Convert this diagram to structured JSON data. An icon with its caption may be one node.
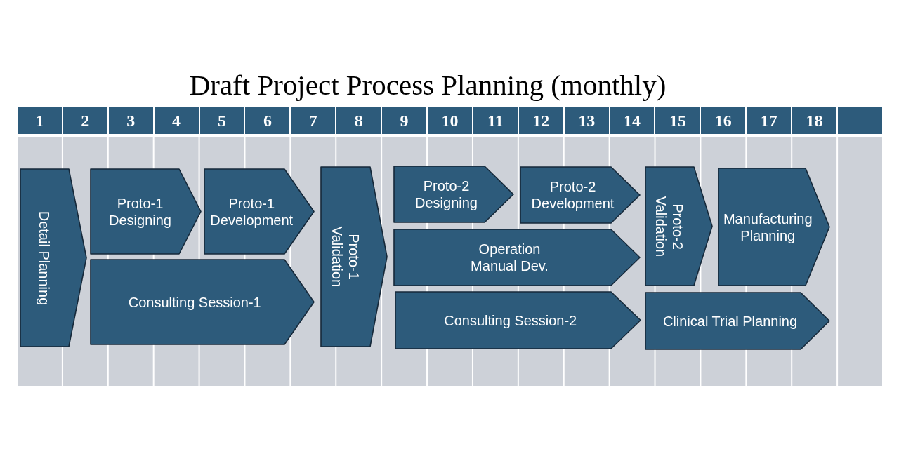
{
  "diagram": {
    "title": "Draft Project Process Planning (monthly)",
    "nodes": [
      {
        "text": [
          "Detail Planning"
        ]
      },
      {
        "text": [
          "Proto-1 Designing"
        ]
      },
      {
        "text": [
          "Proto-1 Development"
        ]
      },
      {
        "text": [
          "Consulting Session-1"
        ]
      },
      {
        "text": [
          "Proto-1 Validation"
        ]
      },
      {
        "text": [
          "Proto-2 Designing"
        ]
      },
      {
        "text": [
          "Proto-2 Development"
        ]
      },
      {
        "text": [
          "Operation Manual Dev."
        ]
      },
      {
        "text": [
          "Consulting Session-2"
        ]
      },
      {
        "text": [
          "Proto-2 Validation"
        ]
      },
      {
        "text": [
          "Manufacturing Planning"
        ]
      },
      {
        "text": [
          "Clinical Trial Planning"
        ]
      }
    ],
    "labels": [
      "1",
      "2",
      "3",
      "4",
      "5",
      "6",
      "7",
      "8",
      "9",
      "10",
      "11",
      "12",
      "13",
      "14",
      "15",
      "16",
      "17",
      "18"
    ]
  }
}
